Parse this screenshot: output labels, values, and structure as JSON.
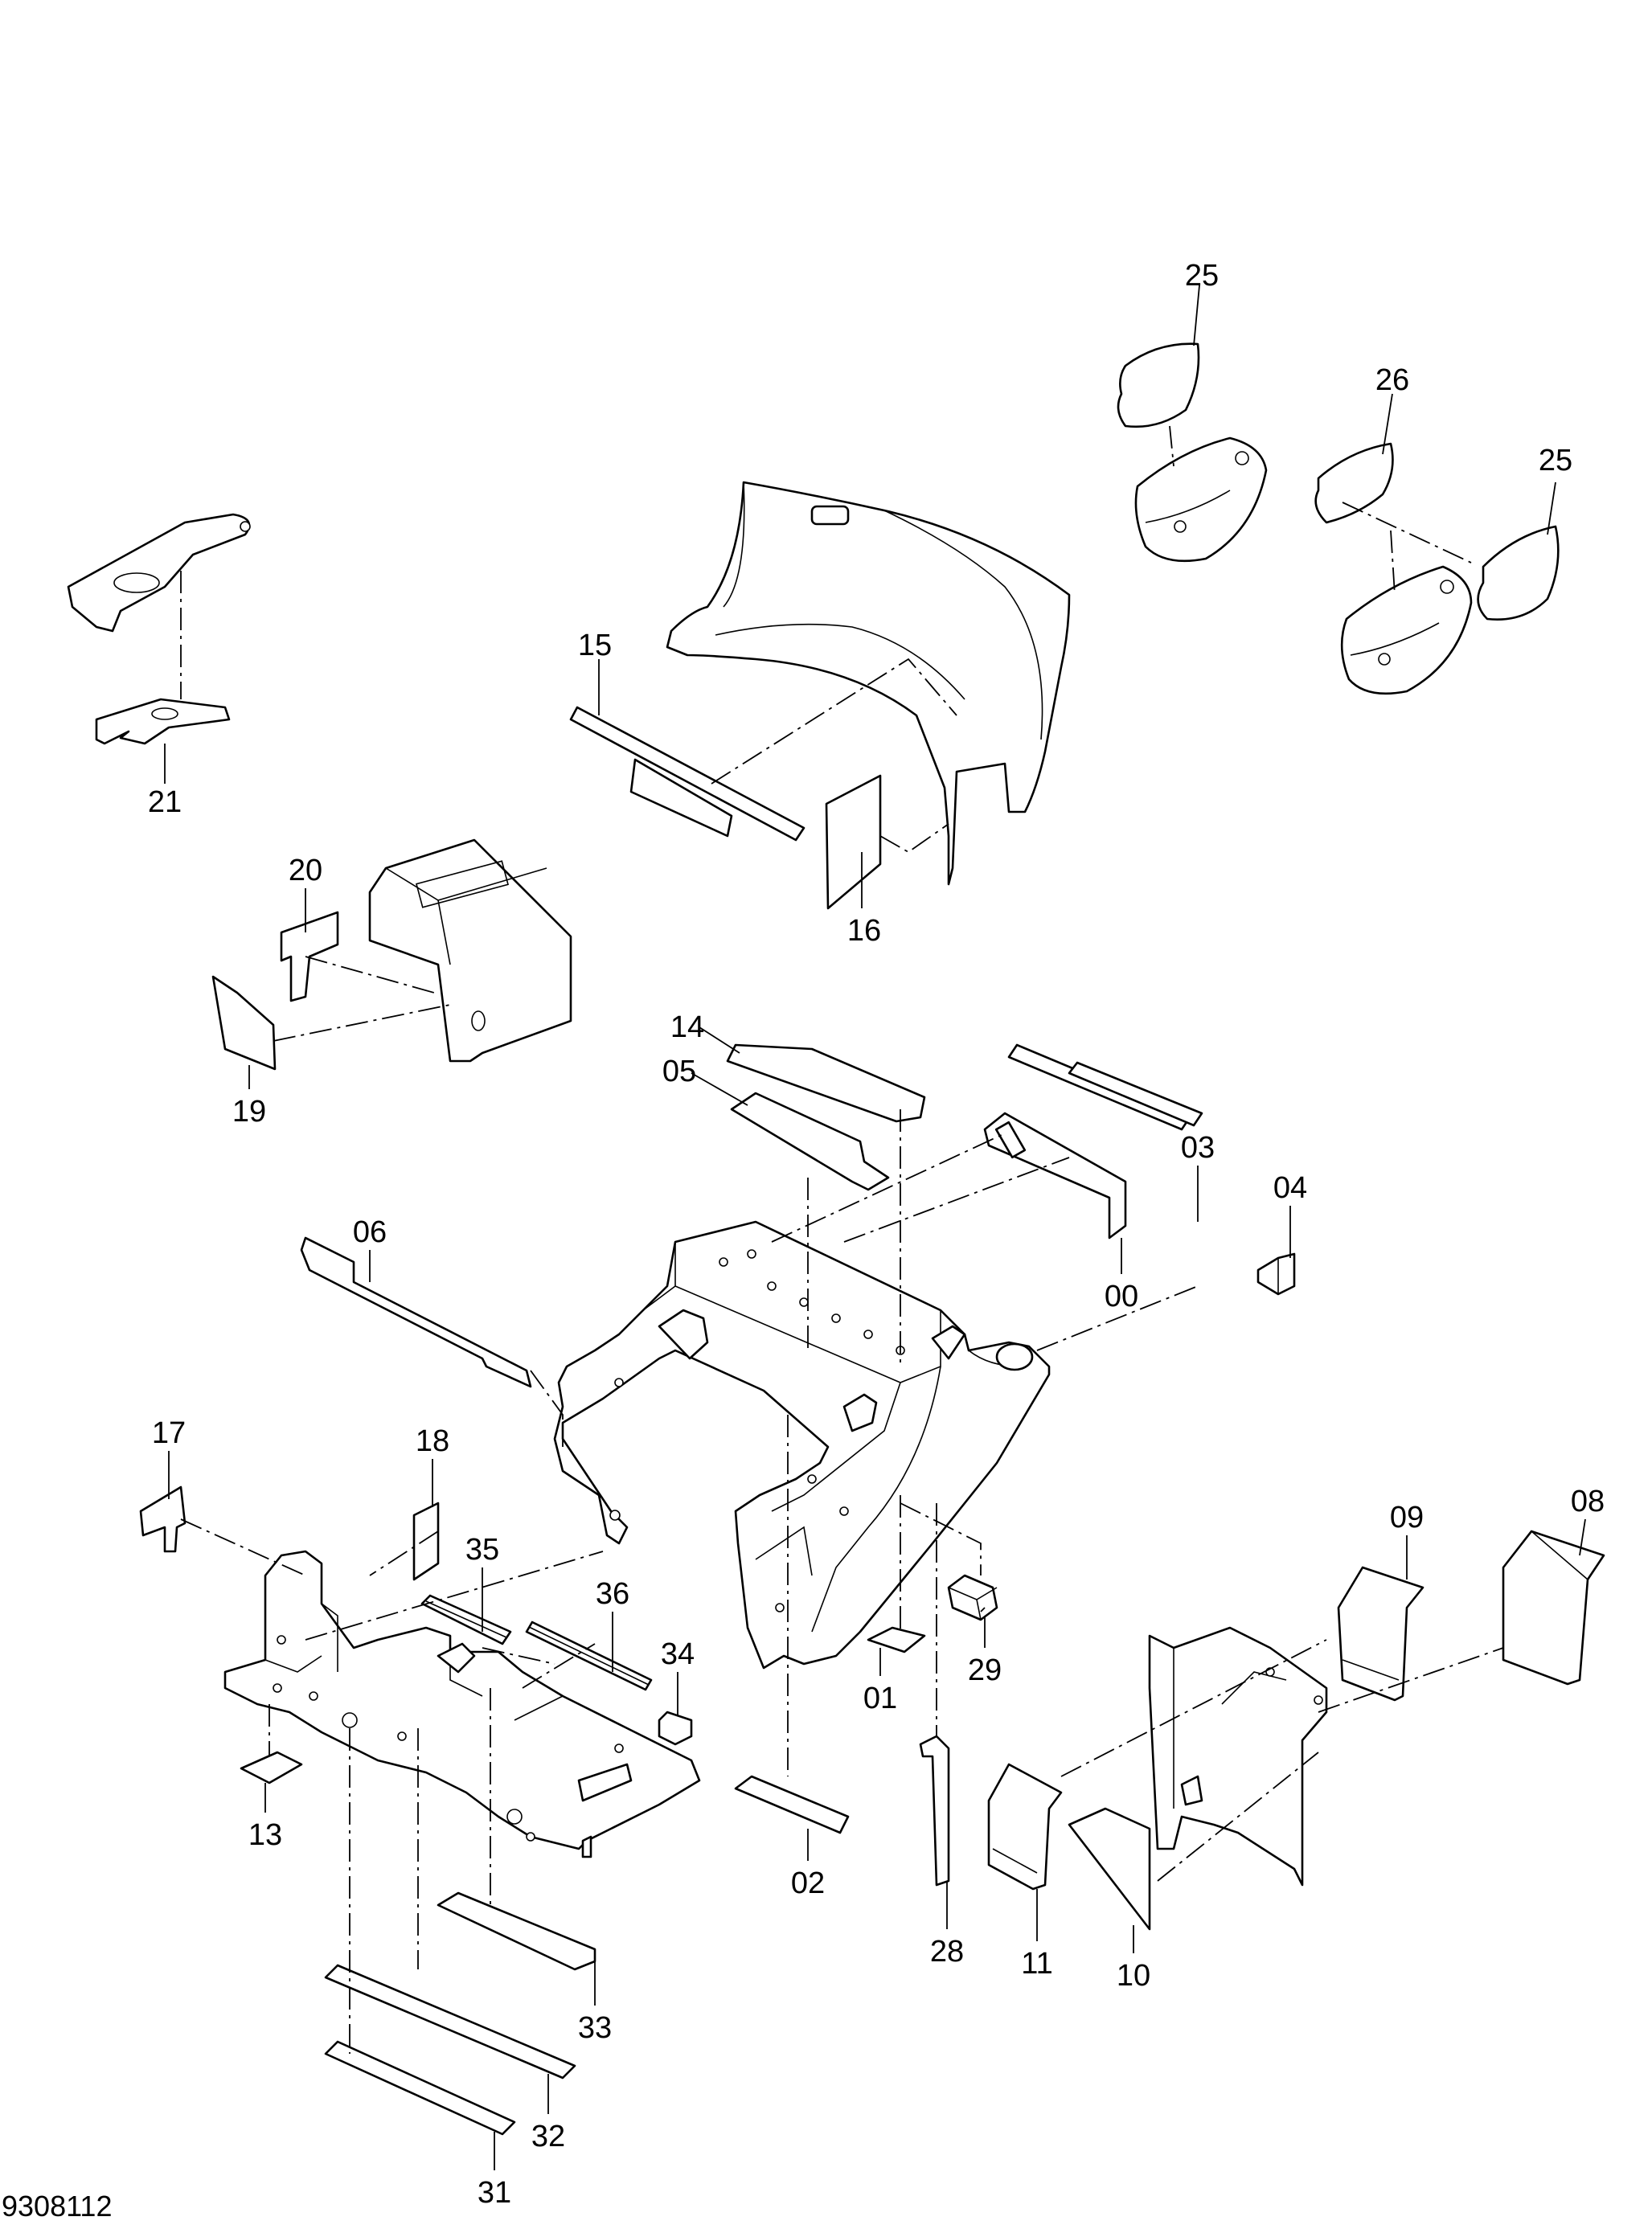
{
  "drawing_number": "9308112",
  "callouts": [
    "25",
    "26",
    "25",
    "21",
    "15",
    "16",
    "20",
    "19",
    "14",
    "05",
    "03",
    "04",
    "06",
    "00",
    "17",
    "18",
    "35",
    "36",
    "34",
    "09",
    "08",
    "29",
    "01",
    "13",
    "02",
    "28",
    "11",
    "10",
    "33",
    "32",
    "31"
  ]
}
